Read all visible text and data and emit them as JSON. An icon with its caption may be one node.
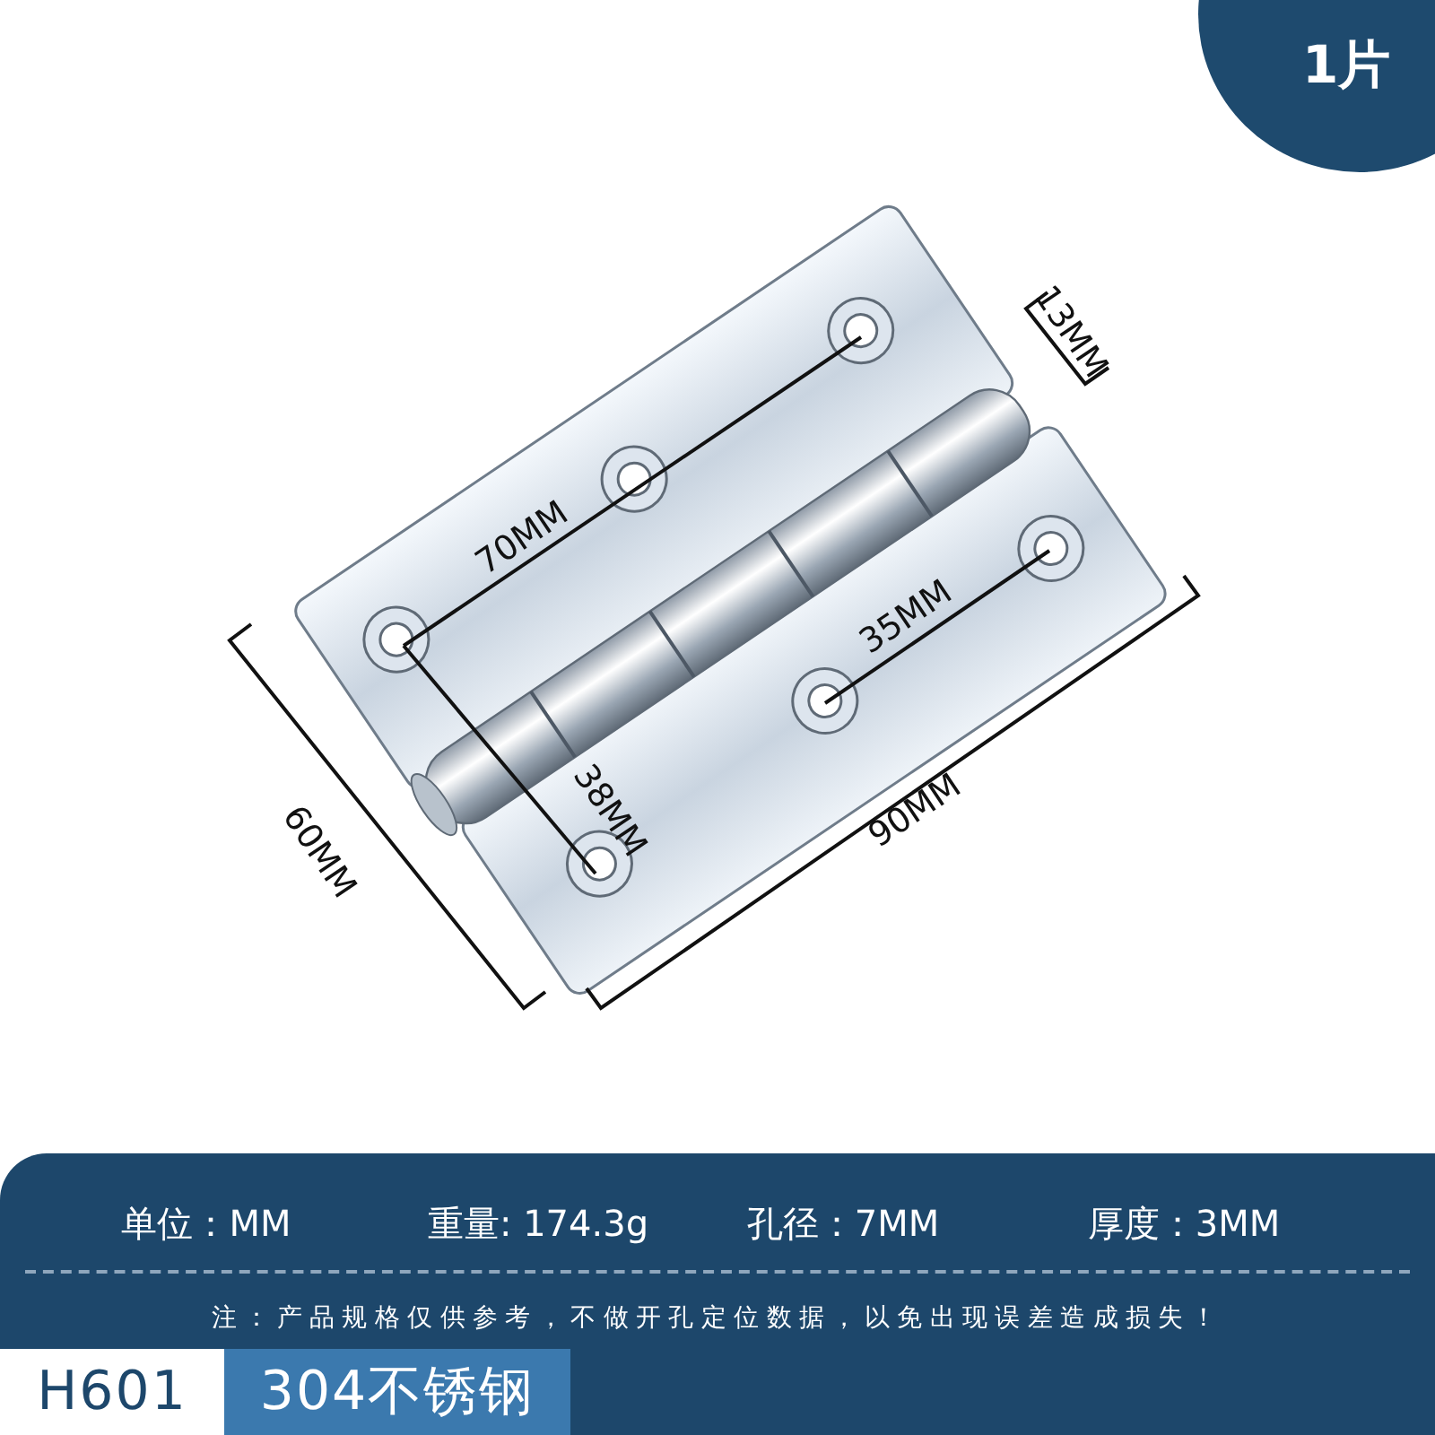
{
  "diagram": {
    "nodes": [
      {
        "text": [
          "1片"
        ]
      },
      {
        "text": [
          "单位：MM",
          "重量: 174.3g",
          "孔径：7MM",
          "厚度：3MM",
          "注：产品规格仅供参考，不做开孔定位数据，以免出现误差造成损失！"
        ]
      },
      {
        "text": [
          "H601"
        ],
        "in": 1
      },
      {
        "text": [
          "304不锈钢"
        ],
        "in": 1
      }
    ],
    "edges": [],
    "labels": [
      "13MM",
      "70MM",
      "35MM",
      "38MM",
      "60MM",
      "90MM"
    ]
  }
}
